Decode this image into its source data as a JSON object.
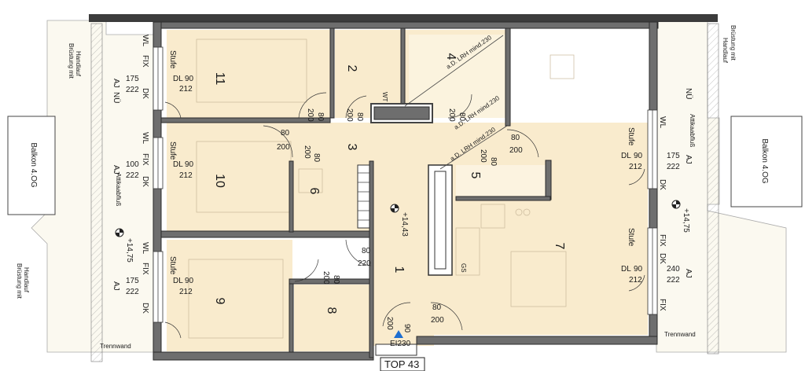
{
  "colors": {
    "room": "#f9ebcd",
    "terrace": "#fbf9f0",
    "wall": "#6e6e6e",
    "stair": "#ffffff"
  },
  "rooms": {
    "r1": "1",
    "r2": "2",
    "r3": "3",
    "r4": "4",
    "r5": "5",
    "r6": "6",
    "r7": "7",
    "r8": "8",
    "r9": "9",
    "r10": "10",
    "r11": "11"
  },
  "unit": "TOP 43",
  "door_label": "EI230",
  "elevation_left": "+14,75",
  "elevation_center": "+14,43",
  "elevation_right": "+14,75",
  "balcony_left": "Balkon 4.OG",
  "balcony_right": "Balkon 4.OG",
  "railing_left": [
    "Brüstung mit",
    "Handlauf"
  ],
  "railing_left_lower": [
    "Brüstung mit",
    "Handlauf"
  ],
  "railing_right": [
    "Brüstung mit",
    "Handlauf"
  ],
  "partition_left": "Trennwand",
  "partition_right": "Trennwand",
  "drain_left": "Attikaabfluß",
  "drain_right": "Attikaabfluß",
  "hvac": [
    "a.D. LRH mind.230",
    "a.D. LRH mind.230",
    "a.D. LRH mind.230"
  ],
  "kitchen_gs": "GS",
  "bath_wt": "WT",
  "window_codes": {
    "wl": "WL",
    "fix": "FIX",
    "dl": "DL",
    "dk": "DK",
    "aj": "AJ",
    "nu": "NÜ",
    "stufe": "Stufe"
  },
  "windows": {
    "w11": {
      "w": "90",
      "h": "212",
      "sill_a": "175",
      "sill_b": "222"
    },
    "w10": {
      "w": "90",
      "h": "212",
      "sill_a": "100",
      "sill_b": "222"
    },
    "w9": {
      "w": "90",
      "h": "212",
      "sill_a": "175",
      "sill_b": "222"
    },
    "wR1": {
      "w": "90",
      "h": "212",
      "sill_a": "175",
      "sill_b": "222"
    },
    "wR2": {
      "w": "90",
      "h": "212",
      "sill_a": "240",
      "sill_b": "222"
    }
  },
  "doors": {
    "d11": {
      "w": "80",
      "h": "200"
    },
    "d2": {
      "w": "80",
      "h": "200"
    },
    "d4": {
      "w": "80",
      "h": "200"
    },
    "d10": {
      "w": "80",
      "h": "200"
    },
    "d6": {
      "w": "80",
      "h": "200"
    },
    "d7": {
      "w": "80",
      "h": "200"
    },
    "d5": {
      "w": "80",
      "h": "200"
    },
    "d9": {
      "w": "80",
      "h": "220"
    },
    "d8": {
      "w": "80",
      "h": "200"
    },
    "d7b": {
      "w": "80",
      "h": "200"
    },
    "dent": {
      "w": "90",
      "h": "200"
    }
  }
}
